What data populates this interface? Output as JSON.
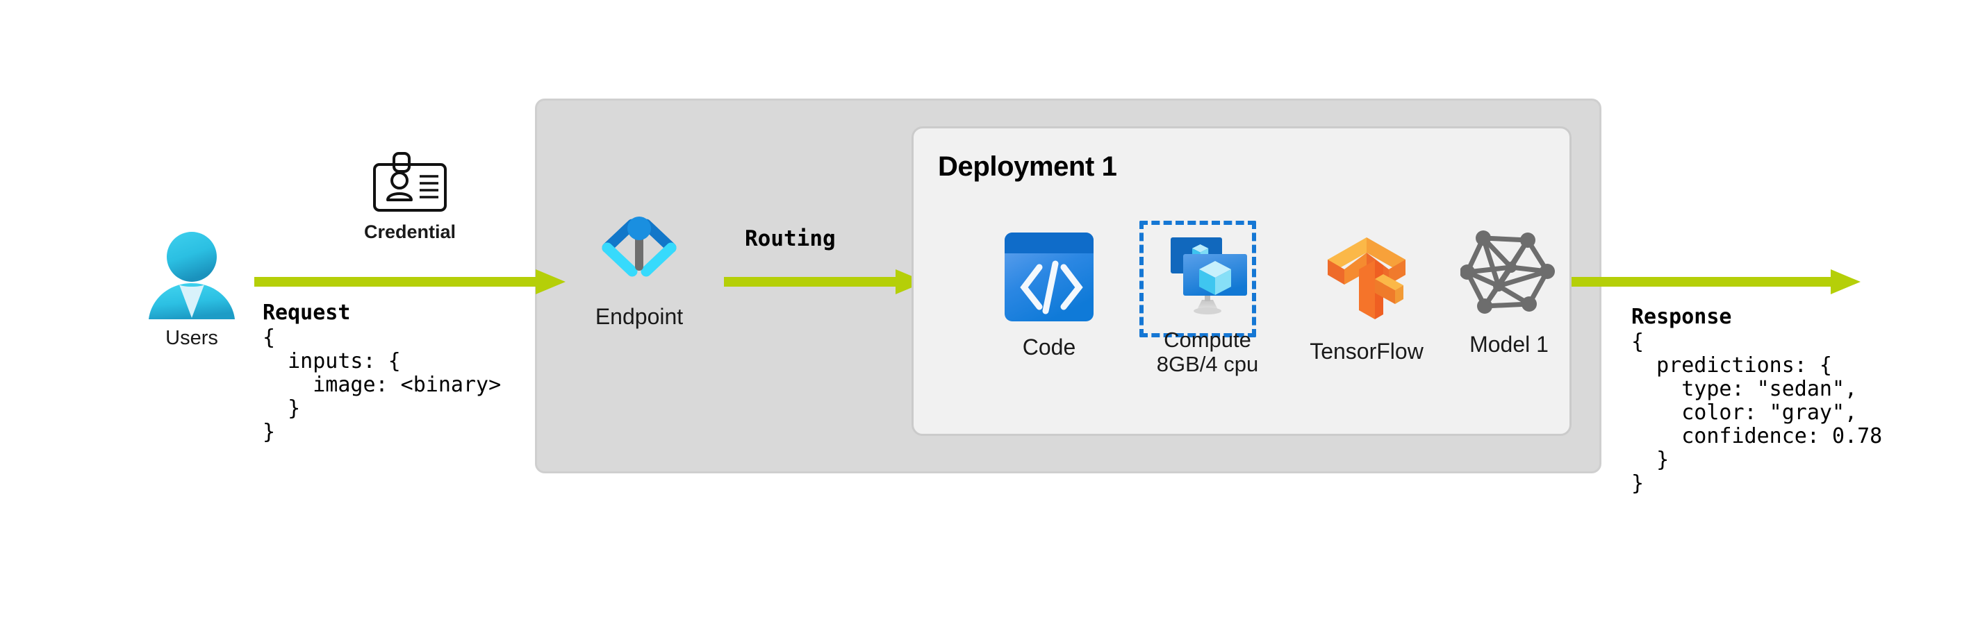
{
  "diagram": {
    "title": "Azure ML managed online endpoint request flow",
    "accent_arrow_color": "#b5cf08",
    "panel_bg": "#d9d9d9",
    "inner_panel_bg": "#f1f1f1"
  },
  "users": {
    "label": "Users",
    "icon": "user-avatar-icon"
  },
  "credential": {
    "label": "Credential",
    "icon": "id-badge-icon"
  },
  "request": {
    "title": "Request",
    "body": "{\n  inputs: {\n    image: <binary>\n  }\n}"
  },
  "endpoint": {
    "label": "Endpoint",
    "icon": "endpoint-angle-brackets-icon"
  },
  "routing": {
    "label": "Routing"
  },
  "deployment": {
    "title": "Deployment 1",
    "items": [
      {
        "label": "Code",
        "sublabel": "",
        "icon": "code-window-icon",
        "selected": false
      },
      {
        "label": "Compute",
        "sublabel": "8GB/4 cpu",
        "icon": "compute-monitors-icon",
        "selected": true
      },
      {
        "label": "TensorFlow",
        "sublabel": "",
        "icon": "tensorflow-logo-icon",
        "selected": false
      },
      {
        "label": "Model 1",
        "sublabel": "",
        "icon": "model-graph-icon",
        "selected": false
      }
    ]
  },
  "response": {
    "title": "Response",
    "body": "{\n  predictions: {\n    type: \"sedan\",\n    color: \"gray\",\n    confidence: 0.78\n  }\n}"
  }
}
